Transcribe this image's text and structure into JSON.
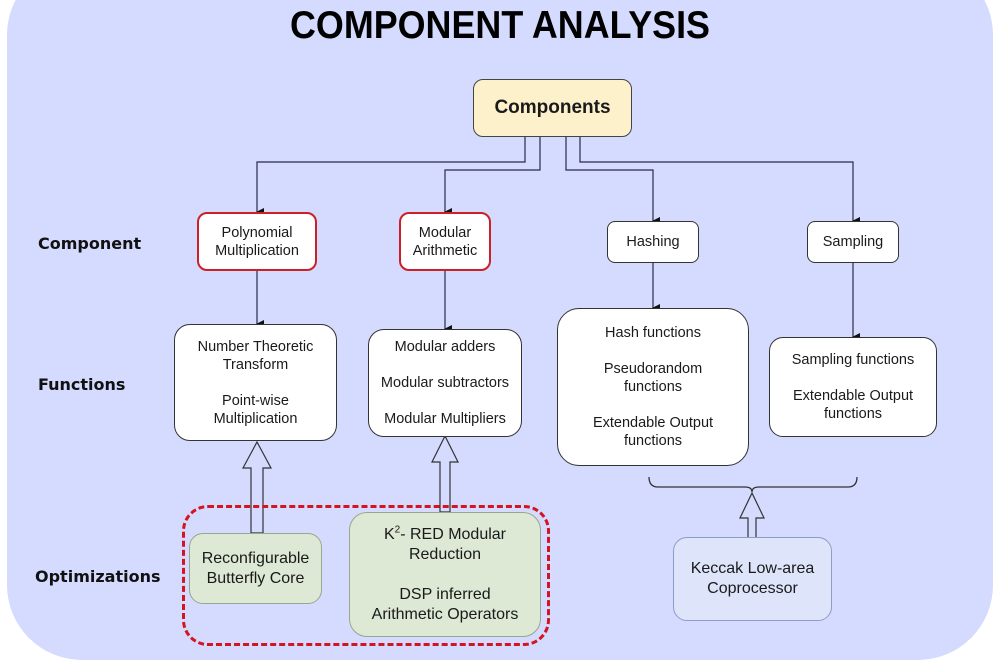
{
  "title": "COMPONENT ANALYSIS",
  "row_labels": {
    "component": "Component",
    "functions": "Functions",
    "optimizations": "Optimizations"
  },
  "root": {
    "label": "Components",
    "fill": "#fdf1cc"
  },
  "components": [
    {
      "lines": [
        "Polynomial",
        "Multiplication"
      ],
      "highlighted": true
    },
    {
      "lines": [
        "Modular",
        "Arithmetic"
      ],
      "highlighted": true
    },
    {
      "lines": [
        "Hashing"
      ],
      "highlighted": false
    },
    {
      "lines": [
        "Sampling"
      ],
      "highlighted": false
    }
  ],
  "functions": [
    {
      "items": [
        [
          "Number Theoretic",
          "Transform"
        ],
        [
          "Point-wise",
          "Multiplication"
        ]
      ]
    },
    {
      "items": [
        [
          "Modular adders"
        ],
        [
          "Modular subtractors"
        ],
        [
          "Modular Multipliers"
        ]
      ]
    },
    {
      "items": [
        [
          "Hash functions"
        ],
        [
          "Pseudorandom",
          "functions"
        ],
        [
          "Extendable Output",
          "functions"
        ]
      ]
    },
    {
      "items": [
        [
          "Sampling functions"
        ],
        [
          "Extendable Output",
          "functions"
        ]
      ]
    }
  ],
  "optimizations": [
    {
      "lines": [
        "Reconfigurable",
        "Butterfly Core"
      ],
      "target": "Polynomial Multiplication functions"
    },
    {
      "k_main": "K",
      "k_sup": "2",
      "k_rest": "- RED Modular",
      "line2": "Reduction",
      "lines2": [
        "DSP inferred",
        "Arithmetic Operators"
      ],
      "target": "Modular Arithmetic functions"
    },
    {
      "lines": [
        "Keccak Low-area",
        "Coprocessor"
      ],
      "target": "Hashing and Sampling functions"
    }
  ],
  "colors": {
    "background": "#d5daff",
    "highlight_border": "#cc1f26",
    "dashed_group": "#d4141e",
    "optimization_fill": "#dde8d5",
    "keccak_fill": "#dee5fb"
  }
}
